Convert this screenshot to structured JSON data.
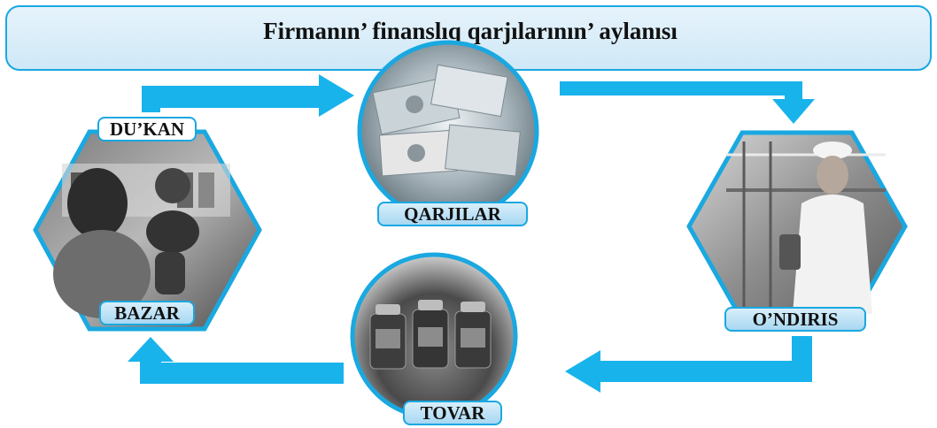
{
  "title": "Firmanın’ finanslıq qarjılarının’ aylanısı",
  "nodes": {
    "money": {
      "label": "QARJILAR",
      "icon": "banknotes-photo"
    },
    "production": {
      "label": "O’NDIRIS",
      "icon": "factory-worker-photo"
    },
    "goods": {
      "label": "TOVAR",
      "icon": "jam-jars-photo"
    },
    "shop_top": {
      "label": "DU’KAN",
      "icon": "shop-counter-photo"
    },
    "shop_bottom": {
      "label": "BAZAR"
    }
  },
  "colors": {
    "accent": "#1aa8e0",
    "label_fill": "#bfe2f6",
    "arrow": "#19b3ec"
  }
}
